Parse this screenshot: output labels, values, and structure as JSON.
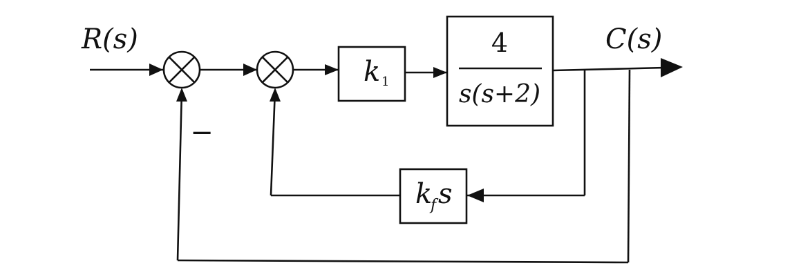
{
  "diagram": {
    "input_label": "R(s)",
    "output_label": "C(s)",
    "outer_feedback_sign": "−",
    "controller_block": {
      "symbol": "k",
      "subscript": "1"
    },
    "plant_block": {
      "numerator": "4",
      "denominator": "s(s+2)"
    },
    "feedback_block": {
      "symbol": "k",
      "subscript": "f",
      "variable": "s"
    }
  }
}
